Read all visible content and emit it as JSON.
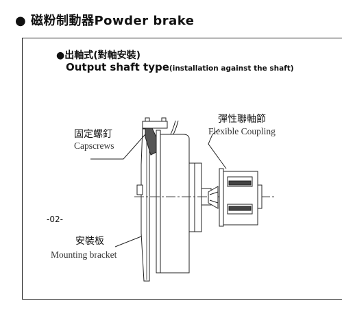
{
  "title": "● 磁粉制動器Powder brake",
  "section": {
    "title_cn": "●出軸式(對軸安裝)",
    "title_en": "Output shaft type",
    "title_en_suffix": "(installation against the shaft)"
  },
  "labels": {
    "capscrews_cn": "固定螺釘",
    "capscrews_en": "Capscrews",
    "coupling_cn": "彈性聯軸節",
    "coupling_en": "Flexible Coupling",
    "bracket_cn": "安裝板",
    "bracket_en": "Mounting bracket"
  },
  "page_number": "-02-"
}
